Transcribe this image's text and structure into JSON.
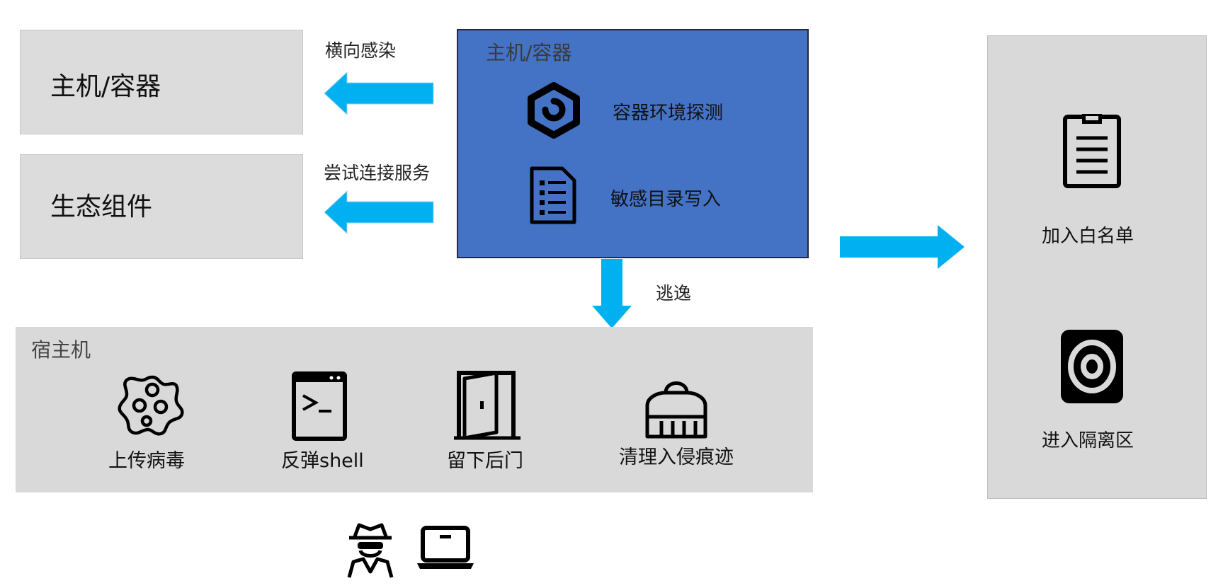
{
  "source_boxes": {
    "host": {
      "label": "主机/容器"
    },
    "eco": {
      "label": "生态组件"
    }
  },
  "arrows": {
    "lateral": {
      "label": "横向感染"
    },
    "connect": {
      "label": "尝试连接服务"
    },
    "escape": {
      "label": "逃逸"
    }
  },
  "compromised": {
    "title": "主机/容器",
    "items": [
      {
        "label": "容器环境探测",
        "icon": "hex-logo-icon"
      },
      {
        "label": "敏感目录写入",
        "icon": "document-list-icon"
      }
    ]
  },
  "hostmachine": {
    "title": "宿主机",
    "items": [
      {
        "label": "上传病毒",
        "icon": "virus-icon"
      },
      {
        "label": "反弹shell",
        "icon": "terminal-icon"
      },
      {
        "label": "留下后门",
        "icon": "door-icon"
      },
      {
        "label": "清理入侵痕迹",
        "icon": "broom-icon"
      }
    ]
  },
  "response": {
    "items": [
      {
        "label": "加入白名单",
        "icon": "clipboard-icon"
      },
      {
        "label": "进入隔离区",
        "icon": "isolation-icon"
      }
    ]
  },
  "attacker": {
    "icons": [
      "spy-icon",
      "laptop-icon"
    ]
  },
  "colors": {
    "accent_arrow": "#00b0f0",
    "compromised_fill": "#4472c4",
    "panel_gray": "#d9d9d9"
  }
}
